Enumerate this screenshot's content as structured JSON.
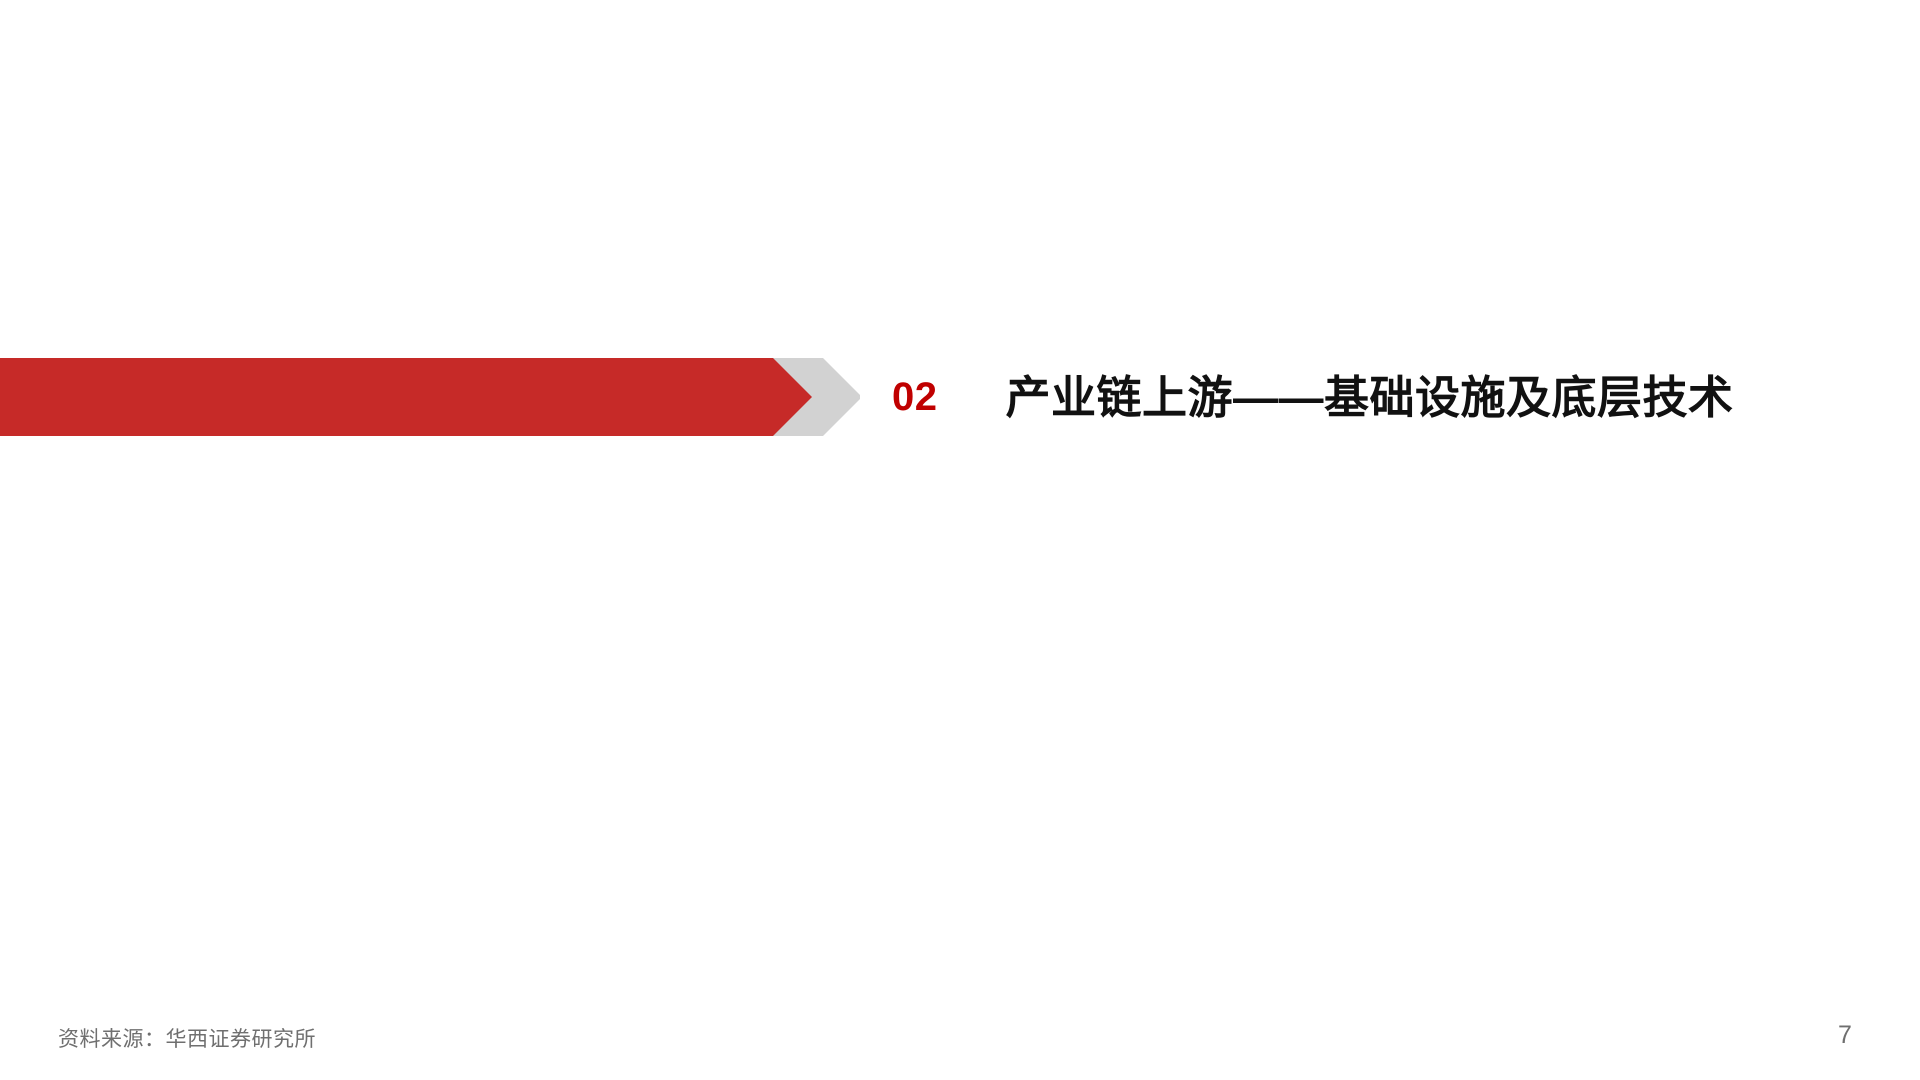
{
  "slide": {
    "background_color": "#FFFFFF",
    "page_number": "7"
  },
  "banner": {
    "name": "section-divider-arrow",
    "bar_color": "#C62A28",
    "chevron_color": "#D2D2D2",
    "shape": "right-pointing-arrow"
  },
  "section": {
    "number": "02",
    "title": "产业链上游——基础设施及底层技术",
    "number_color": "#C00000",
    "title_color": "#111111"
  },
  "footer": {
    "source": "资料来源：华西证券研究所",
    "text_color": "#6F6F6F"
  }
}
